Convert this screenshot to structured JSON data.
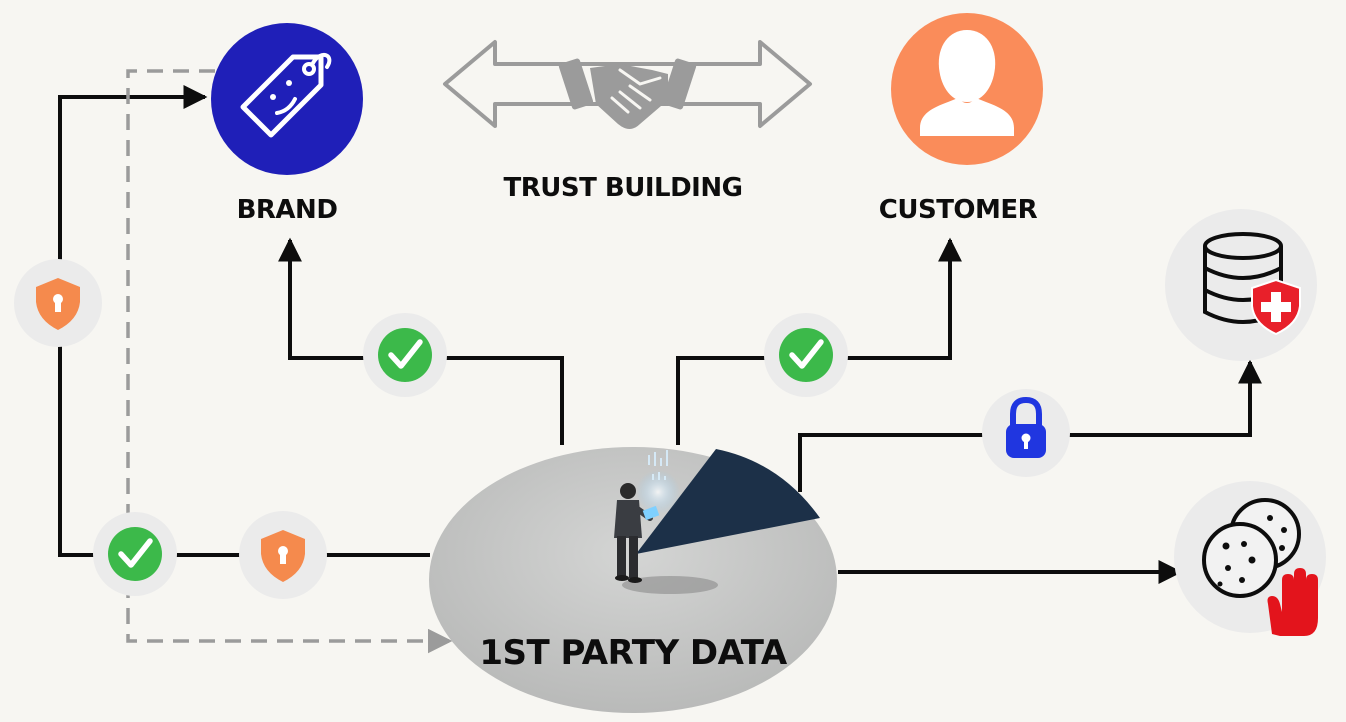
{
  "labels": {
    "brand": "BRAND",
    "trust_building": "TRUST BUILDING",
    "customer": "CUSTOMER",
    "first_party_data": "1ST PARTY DATA"
  },
  "colors": {
    "background": "#f7f6f2",
    "brand_circle": "#1f1fb8",
    "customer_circle": "#fa8c5a",
    "check_green": "#3cb94a",
    "shield_orange": "#f58a4d",
    "lock_blue": "#2036e0",
    "database_shield_red": "#e8202a",
    "stop_hand_red": "#e3141c",
    "icon_badge_bg": "#ebebeb",
    "arrow_gray": "#9b9b9b",
    "line_black": "#0d0d0d",
    "data_ellipse": "#c4c5c4",
    "spotlight_navy": "#1c3048"
  },
  "icons": {
    "brand": "price-tag-icon",
    "trust_building": "handshake-double-arrow-icon",
    "customer": "user-icon",
    "database": "database-shield-icon",
    "cookies": "cookie-block-icon",
    "check": "checkmark-icon",
    "shield": "shield-keyhole-icon",
    "lock": "padlock-icon",
    "person": "person-with-tablet-icon"
  }
}
